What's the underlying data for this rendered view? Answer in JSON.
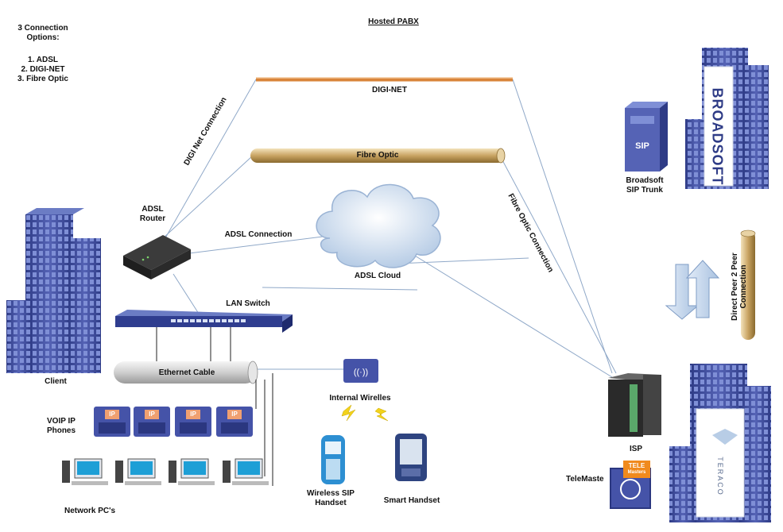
{
  "title": "Hosted PABX",
  "options": {
    "heading_line1": "3 Connection",
    "heading_line2": "Options:",
    "items": [
      "1. ADSL",
      "2. DIGI-NET",
      "3. Fibre Optic"
    ]
  },
  "labels": {
    "digi_net": "DIGI-NET",
    "fibre_optic": "Fibre Optic",
    "digi_net_connection": "DIGI Net Connection",
    "fibre_optic_connection": "Fibre Optic Connection",
    "adsl_connection": "ADSL Connection",
    "adsl_cloud": "ADSL Cloud",
    "adsl_router_line1": "ADSL",
    "adsl_router_line2": "Router",
    "lan_switch": "LAN Switch",
    "ethernet_cable": "Ethernet Cable",
    "client": "Client",
    "voip_line1": "VOIP IP",
    "voip_line2": "Phones",
    "network_pcs": "Network PC's",
    "internal_wireless": "Internal Wirelles",
    "wireless_sip_line1": "Wireless SIP",
    "wireless_sip_line2": "Handset",
    "smart_handset": "Smart Handset",
    "isp": "ISP",
    "telemaster": "TeleMaste",
    "broadsoft_line1": "Broadsoft",
    "broadsoft_line2": "SIP Trunk",
    "peer_line1": "Direct Peer 2 Peer",
    "peer_line2": "Connection",
    "ip_tag": "IP",
    "sip_tag": "SIP",
    "tele_logo_line1": "TELE",
    "tele_logo_line2": "Masters",
    "broadsoft_logo": "BROADSOFT",
    "teraco_logo": "TERACO"
  },
  "colors": {
    "building": "#3f4f9e",
    "building_light": "#6b7cc4",
    "digi_net_line": "#d9843a",
    "fibre_tube": "#c9a463",
    "connector_line": "#8fa8c8"
  }
}
